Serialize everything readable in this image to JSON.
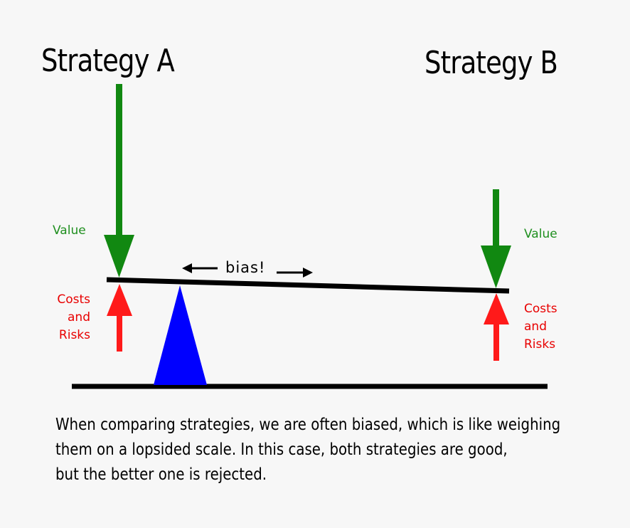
{
  "strategy_a": {
    "title": "Strategy A",
    "value_label": "Value",
    "costs_label": "Costs\nand\nRisks"
  },
  "strategy_b": {
    "title": "Strategy B",
    "value_label": "Value",
    "costs_label": "Costs\nand\nRisks"
  },
  "bias_label": "bias!",
  "caption": {
    "line1": "When comparing strategies, we are often biased, which is like weighing",
    "line2": "them on a lopsided scale. In this case, both strategies are good,",
    "line3": "but the better one is rejected."
  },
  "colors": {
    "value_arrow": "#118811",
    "cost_arrow": "#ff1a1a",
    "fulcrum": "#0000ff",
    "beam": "#000000",
    "value_text": "#1f8f1f",
    "cost_text": "#e80000"
  },
  "icons": [
    "arrow-left-icon",
    "arrow-right-icon"
  ]
}
